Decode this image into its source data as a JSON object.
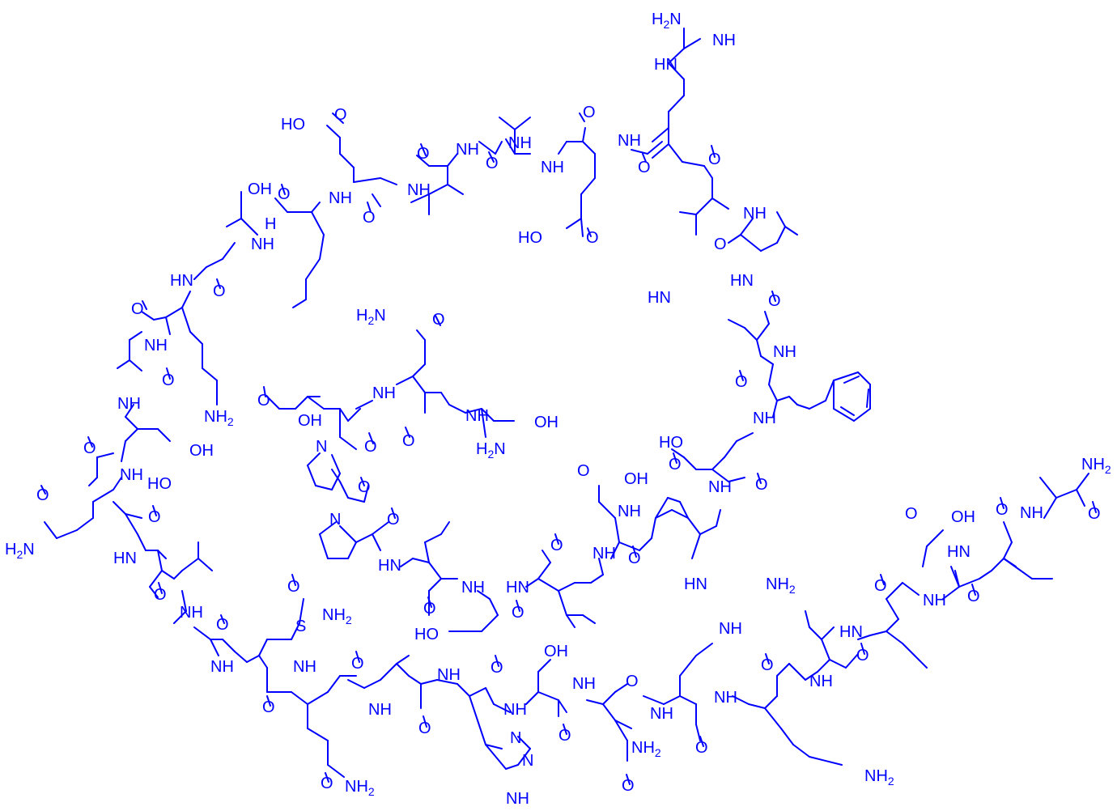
{
  "colors": {
    "ink": "#0000ff",
    "background": "#ffffff"
  },
  "labels": {
    "nh": "NH",
    "hn": "HN",
    "n": "N",
    "o": "O",
    "oh": "OH",
    "ho": "HO",
    "nh2": "NH2",
    "h2n": "H2N",
    "s": "S",
    "h": "H"
  }
}
